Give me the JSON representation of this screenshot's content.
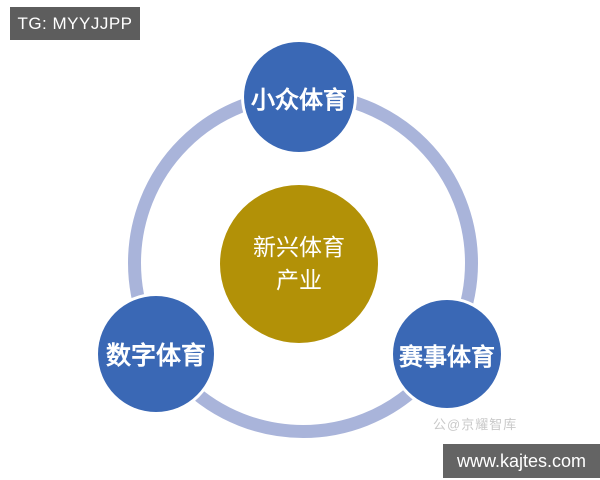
{
  "badges": {
    "tag_label": "TG: MYYJJPP",
    "site_label": "www.kajtes.com"
  },
  "diagram": {
    "center": {
      "lines": [
        "新兴体育",
        "产业"
      ],
      "color": "#b29107",
      "text_color": "#ffffff"
    },
    "satellites": [
      {
        "position": "top",
        "label": "小众体育"
      },
      {
        "position": "bottom-left",
        "label": "数字体育"
      },
      {
        "position": "bottom-right",
        "label": "赛事体育"
      }
    ],
    "satellite_color": "#3a68b5",
    "ring_color": "#a9b4da",
    "background_color": "#ffffff"
  },
  "watermarks": {
    "source_text": "公@京耀智库"
  }
}
